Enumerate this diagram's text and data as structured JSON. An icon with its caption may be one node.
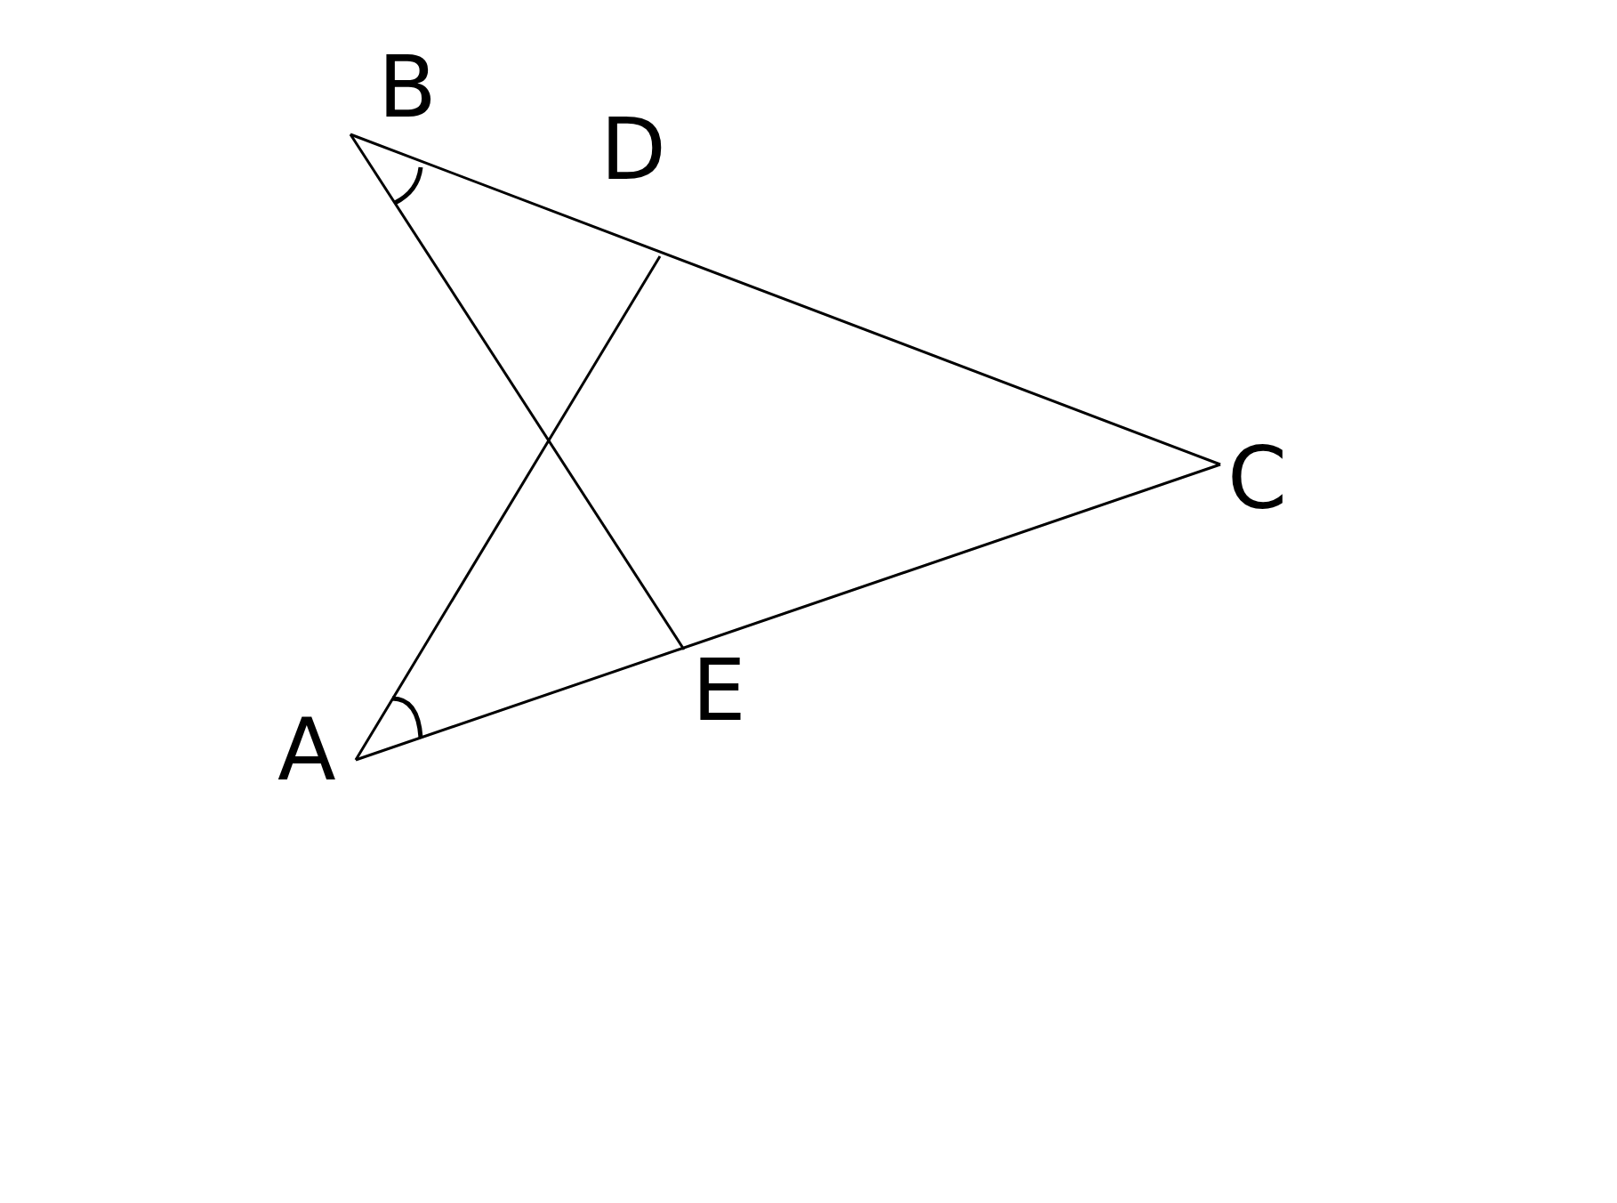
{
  "diagram": {
    "labels": [
      "B",
      "D",
      "C",
      "E",
      "A"
    ]
  }
}
